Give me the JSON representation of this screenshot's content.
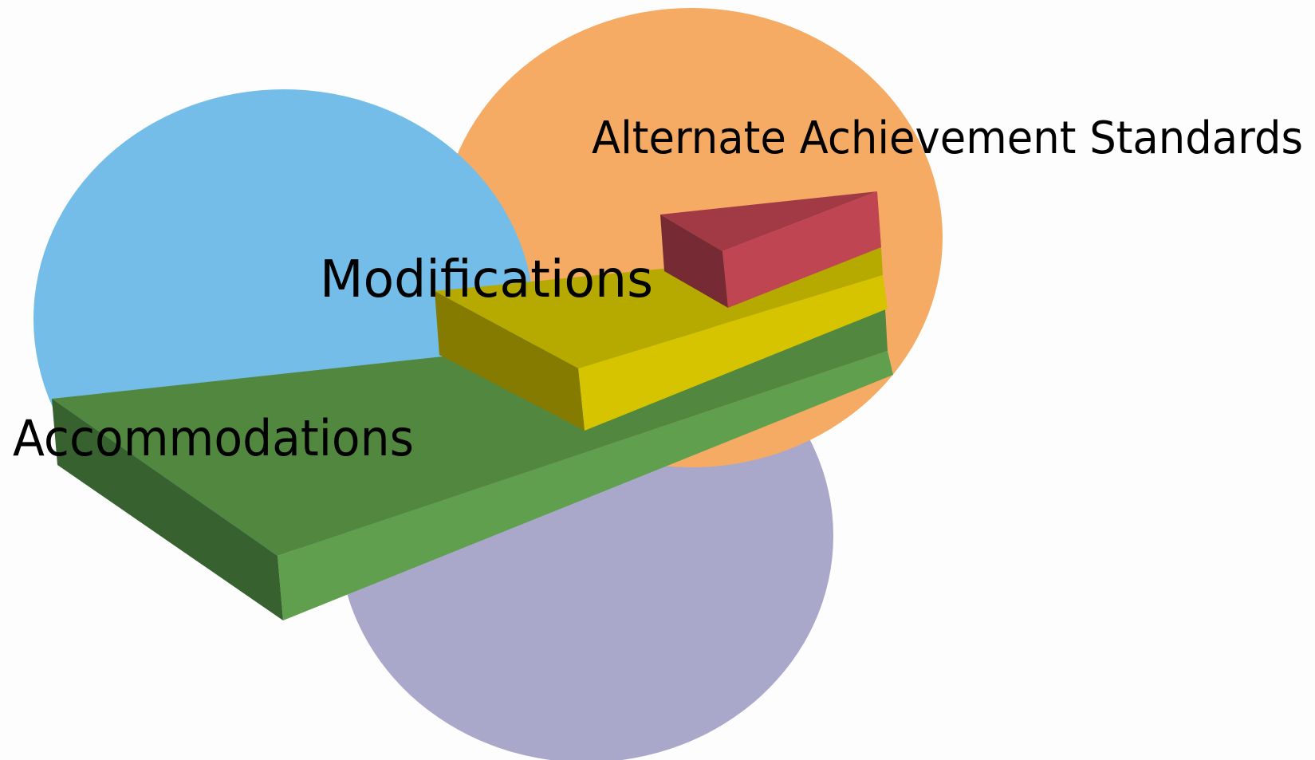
{
  "diagram": {
    "labels": {
      "alternate": "Alternate Achievement Standards",
      "modifications": "Modifications",
      "accommodations": "Accommodations"
    },
    "colors": {
      "background": "#fdfdfd",
      "circle_blue": "#73bde8",
      "circle_orange": "#f5ab63",
      "circle_purple": "#a9a8ca",
      "green_top": "#52873f",
      "green_front": "#5f9f4d",
      "green_side": "#376230",
      "yellow_top": "#b6aa00",
      "yellow_front": "#d6c400",
      "yellow_side": "#847b00",
      "red_top": "#a13a45",
      "red_front": "#c04553",
      "red_side": "#762a33"
    }
  }
}
